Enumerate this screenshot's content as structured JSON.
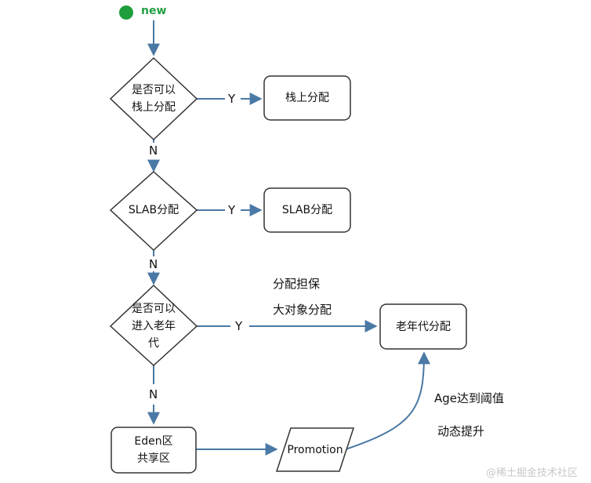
{
  "start": {
    "label": "new",
    "color": "#1f9e3c"
  },
  "decisions": {
    "stack": "是否可以\n栈上分配",
    "slab": "SLAB分配",
    "old": "是否可以\n进入老年\n代"
  },
  "boxes": {
    "stack": "栈上分配",
    "slab": "SLAB分配",
    "old": "老年代分配",
    "eden": "Eden区\n共享区",
    "promotion": "Promotion"
  },
  "edge_labels": {
    "yes1": "Y",
    "yes2": "Y",
    "yes3": "Y",
    "no1": "N",
    "no2": "N",
    "no3": "N"
  },
  "notes": {
    "guarantee": "分配担保",
    "large_object": "大对象分配",
    "age_threshold": "Age达到阈值",
    "dynamic_promote": "动态提升"
  },
  "watermark": "@稀土掘金技术社区",
  "colors": {
    "arrow": "#4a79a5",
    "outline": "#333333",
    "text": "#111111"
  }
}
